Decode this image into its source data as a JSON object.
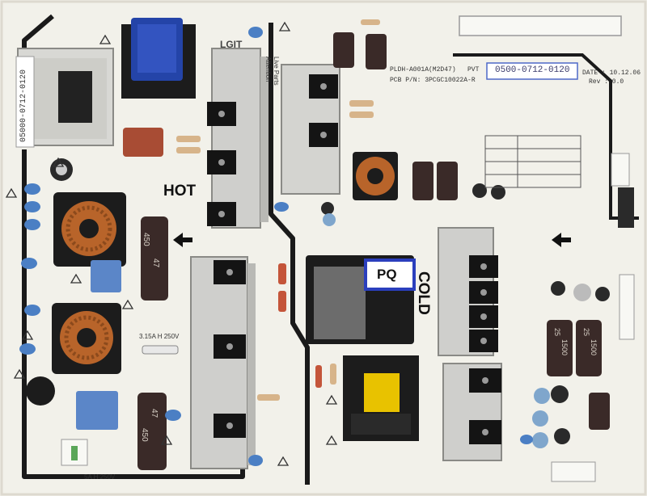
{
  "board": {
    "brand": "LGIT",
    "model_line": "PLDH-A001A(M2D47)",
    "stage": "PVT",
    "pcb_line": "PCB P/N: 3PCGC10022A-R",
    "serial_sticker": "0500-0712-0120",
    "side_sticker": "05000-0712-0120",
    "date_line": "DATE : 10.12.06",
    "rev_line": "Rev : 0.0",
    "hot_label": "HOT",
    "cold_label": "COLD",
    "pq_label": "PQ",
    "attention_text": "Attention",
    "live_parts_text": "Live Parts",
    "fuse_main": "3.15A H 250V",
    "fuse_small": "5A H 250V"
  },
  "caps": {
    "bulk_rating": "450",
    "bulk_value": "47",
    "small_rating": "25",
    "small_value": "1500"
  },
  "colors": {
    "board": "#f2f1ea",
    "trace": "#1a1a1a",
    "heatsink": "#cfcfcc",
    "transformer_blue": "#2444a8",
    "x_cap_blue": "#5b86c8",
    "electrolytic": "#3a2a28",
    "copper": "#b8642a",
    "yellow_core": "#e8c200",
    "blue_label": "#2b3fbd"
  }
}
